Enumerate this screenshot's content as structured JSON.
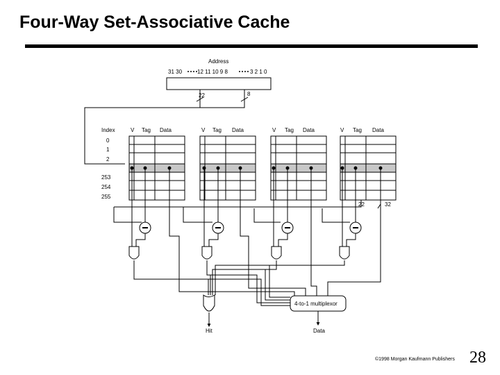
{
  "slide": {
    "title": "Four-Way Set-Associative Cache",
    "footer": "©1998 Morgan Kaufmann Publishers",
    "page_number": "28"
  },
  "address": {
    "label": "Address",
    "bits_left": "31 30",
    "bits_mid": "12 11 10 9 8",
    "bits_right": "3 2 1 0",
    "tag_width": "22",
    "index_width": "8"
  },
  "cache": {
    "index_header": "Index",
    "columns": [
      "V",
      "Tag",
      "Data"
    ],
    "row_labels": [
      "0",
      "1",
      "2",
      "253",
      "254",
      "255"
    ],
    "ways": 4
  },
  "output": {
    "tag_bits": "22",
    "data_bits": "32",
    "mux_label": "4-to-1 multiplexor",
    "hit_label": "Hit",
    "data_label": "Data"
  }
}
